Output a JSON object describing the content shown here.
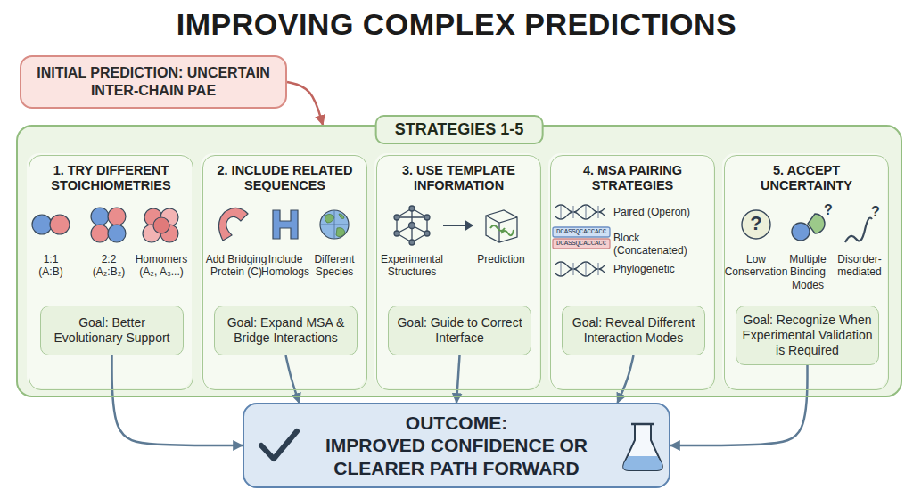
{
  "diagram": {
    "title": "IMPROVING COMPLEX PREDICTIONS",
    "nodes": [
      {
        "text": [
          "INITIAL PREDICTION: UNCERTAIN INTER-CHAIN PAE"
        ]
      },
      {
        "text": [
          "STRATEGIES 1-5"
        ]
      },
      {
        "text": [
          "1. TRY DIFFERENT STOICHIOMETRIES"
        ],
        "in": 1
      },
      {
        "text": [
          "Goal: Better Evolutionary Support"
        ],
        "in": 2
      },
      {
        "text": [
          "2. INCLUDE RELATED SEQUENCES"
        ],
        "in": 1
      },
      {
        "text": [
          "Goal: Expand MSA & Bridge Interactions"
        ],
        "in": 4
      },
      {
        "text": [
          "3. USE TEMPLATE INFORMATION"
        ],
        "in": 1
      },
      {
        "text": [
          "Goal: Guide to Correct Interface"
        ],
        "in": 6
      },
      {
        "text": [
          "4. MSA PAIRING STRATEGIES"
        ],
        "in": 1
      },
      {
        "text": [
          "Goal: Reveal Different Interaction Modes"
        ],
        "in": 8
      },
      {
        "text": [
          "5. ACCEPT UNCERTAINTY"
        ],
        "in": 1
      },
      {
        "text": [
          "Goal: Recognize When Experimental Validation is Required"
        ],
        "in": 10
      },
      {
        "text": [
          "OUTCOME:",
          "IMPROVED CONFIDENCE OR CLEARER PATH FORWARD"
        ]
      }
    ],
    "edges": [
      {
        "from": 0,
        "to": 1,
        "arrow": "to"
      },
      {
        "from": 3,
        "to": 12,
        "arrow": "to"
      },
      {
        "from": 5,
        "to": 12,
        "arrow": "to"
      },
      {
        "from": 7,
        "to": 12,
        "arrow": "to"
      },
      {
        "from": 9,
        "to": 12,
        "arrow": "to"
      },
      {
        "from": 11,
        "to": 12,
        "arrow": "to"
      }
    ],
    "labels": [
      "1:1 (A:B)",
      "2:2 (A₂:B₂)",
      "Homomers (A₂, A₃...)",
      "Add Bridging Protein (C)",
      "Include Homologs",
      "Different Species",
      "Experimental Structures",
      "Prediction",
      "Paired (Operon)",
      "DCASSQCACCACC",
      "DCASSQCACCACC",
      "Block (Concatenated)",
      "Phylogenetic",
      "?",
      "Low Conservation",
      "?",
      "Multiple Binding Modes",
      "?",
      "Disorder-mediated"
    ]
  }
}
